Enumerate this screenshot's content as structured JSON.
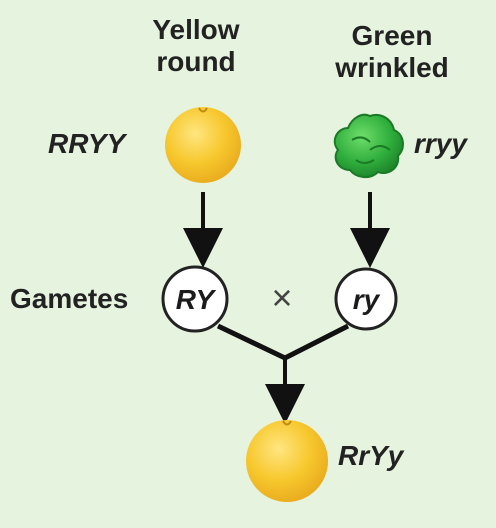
{
  "parents": {
    "left": {
      "phenotype_line1": "Yellow",
      "phenotype_line2": "round",
      "genotype": "RRYY",
      "seed_color": "#f7c82e",
      "seed_shape": "round"
    },
    "right": {
      "phenotype_line1": "Green",
      "phenotype_line2": "wrinkled",
      "genotype": "rryy",
      "seed_color": "#2fae3c",
      "seed_shape": "wrinkled"
    }
  },
  "gametes": {
    "label": "Gametes",
    "left": "RY",
    "right": "ry",
    "cross_symbol": "×"
  },
  "offspring": {
    "genotype": "RrYy",
    "seed_color": "#f7c82e",
    "seed_shape": "round"
  },
  "colors": {
    "background": "#e6f4df",
    "arrow": "#111111",
    "gamete_circle_fill": "#ffffff",
    "gamete_circle_stroke": "#222222"
  }
}
